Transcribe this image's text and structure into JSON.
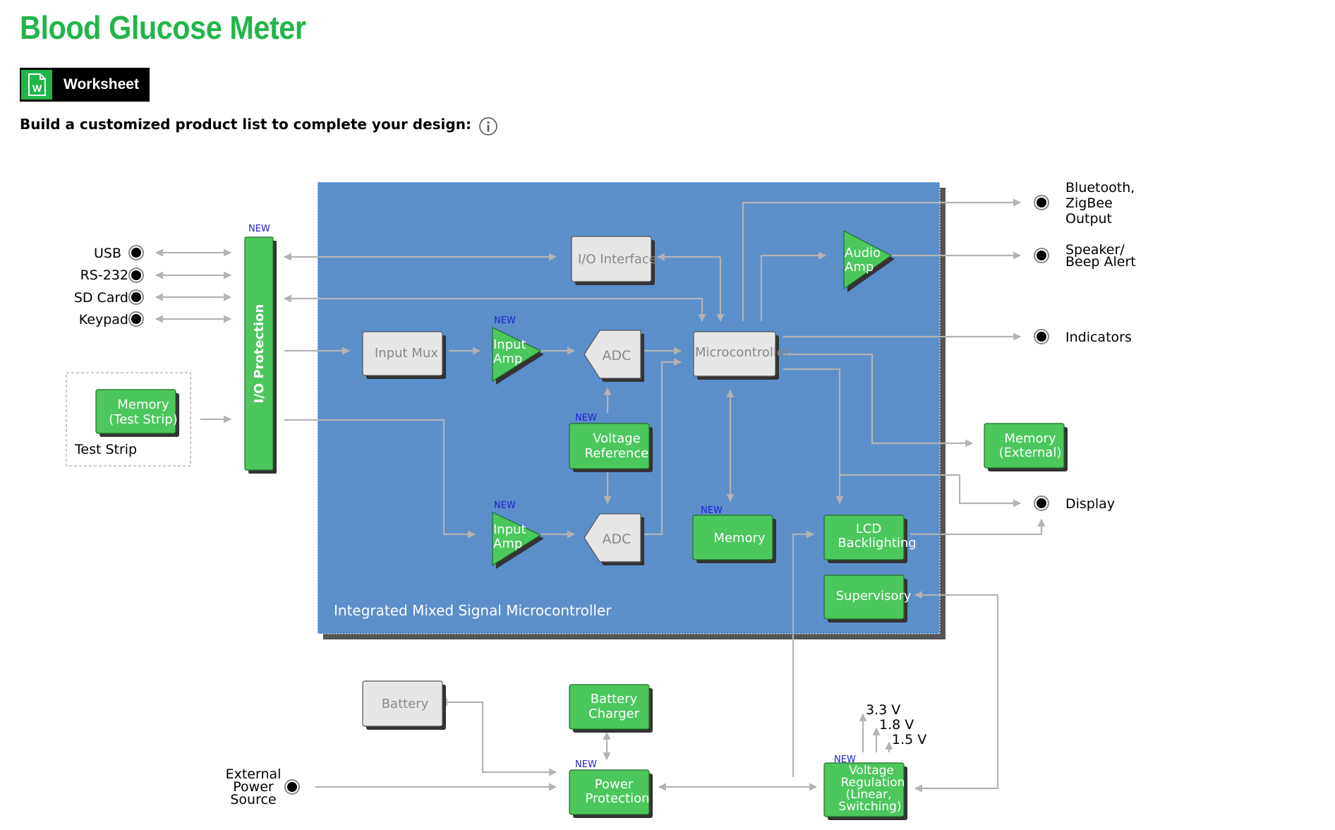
{
  "page": {
    "title": "Blood Glucose Meter",
    "worksheet_label": "Worksheet",
    "instruction": "Build a customized product list to complete your design:"
  },
  "colors": {
    "title": "#22b64a",
    "green_block": "#4cc75c",
    "gray_block": "#e6e6e6",
    "mcu_region": "#5b8fca",
    "arrow": "#b3b3b3",
    "new_tag": "#1f1fd1"
  },
  "diagram": {
    "region_label": "Integrated Mixed Signal Microcontroller",
    "new_tag": "NEW",
    "blocks": {
      "io_protection": "I/O Protection",
      "io_interface": "I/O Interface",
      "input_mux": "Input Mux",
      "input_amp_1": [
        "Input",
        "Amp"
      ],
      "adc_1": "ADC",
      "microcontroller": "Microcontroller",
      "audio_amp": [
        "Audio",
        "Amp"
      ],
      "voltage_reference": [
        "Voltage",
        "Reference"
      ],
      "input_amp_2": [
        "Input",
        "Amp"
      ],
      "adc_2": "ADC",
      "memory": "Memory",
      "lcd_backlighting": [
        "LCD",
        "Backlighting"
      ],
      "supervisory": "Supervisory",
      "memory_test_strip": [
        "Memory",
        "(Test Strip)"
      ],
      "memory_external": [
        "Memory",
        "(External)"
      ],
      "battery": "Battery",
      "battery_charger": [
        "Battery",
        "Charger"
      ],
      "power_protection": [
        "Power",
        "Protection"
      ],
      "voltage_regulation": [
        "Voltage",
        "Regulation",
        "(Linear,",
        "Switching)"
      ]
    },
    "ports": {
      "usb": "USB",
      "rs232": "RS-232",
      "sd_card": "SD Card",
      "keypad": "Keypad",
      "test_strip": "Test Strip",
      "bluetooth": [
        "Bluetooth,",
        "ZigBee",
        "Output"
      ],
      "speaker": [
        "Speaker/",
        "Beep Alert"
      ],
      "indicators": "Indicators",
      "display": "Display",
      "external_power": [
        "External",
        "Power",
        "Source"
      ]
    },
    "voltages": [
      "3.3 V",
      "1.8 V",
      "1.5 V"
    ]
  }
}
